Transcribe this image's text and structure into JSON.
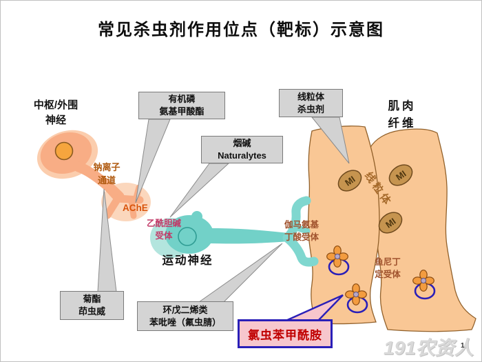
{
  "title": "常见杀虫剂作用位点（靶标）示意图",
  "callouts": {
    "organophosphate": {
      "line1": "有机磷",
      "line2": "氨基甲酸酯"
    },
    "nicotine": {
      "line1": "烟碱",
      "line2": "Naturalytes"
    },
    "mitochondrial_insecticide": {
      "line1": "线粒体",
      "line2": "杀虫剂"
    },
    "pyrethroid_indoxacarb": {
      "line1": "菊酯",
      "line2": "茚虫威"
    },
    "cyclodiene_fipronil": {
      "line1": "环戊二烯类",
      "line2": "苯吡唑（氟虫腈）"
    }
  },
  "highlight": {
    "label": "氯虫苯甲酰胺"
  },
  "labels": {
    "central_peripheral_nerve": {
      "line1": "中枢/外围",
      "line2": "神经"
    },
    "sodium_channel": {
      "line1": "钠离子",
      "line2": "通道"
    },
    "ache": "AChE",
    "acetylcholine_receptor": {
      "line1": "乙酰胆碱",
      "line2": "受体"
    },
    "motor_nerve": "运动神经",
    "gaba_receptor": {
      "line1": "伽马氨基",
      "line2": "丁酸受体"
    },
    "muscle_fiber": {
      "line1": "肌肉",
      "line2": "纤维"
    },
    "mitochondria": "线粒体",
    "mi": "MI",
    "ryanodine_receptor": {
      "line1": "鱼尼丁",
      "line2": "定受体"
    }
  },
  "watermark": {
    "text": "191农资人",
    "page_number": "1"
  },
  "colors": {
    "nerve_peach": "#f8ad85",
    "nerve_teal": "#72d1c8",
    "muscle": "#f9c795",
    "mitochondria_oval": "#c6944f",
    "callout_gray": "#d4d4d4",
    "highlight_pink": "#f7c7cd",
    "highlight_border": "#2a1fb8",
    "highlight_text": "#c00000"
  }
}
